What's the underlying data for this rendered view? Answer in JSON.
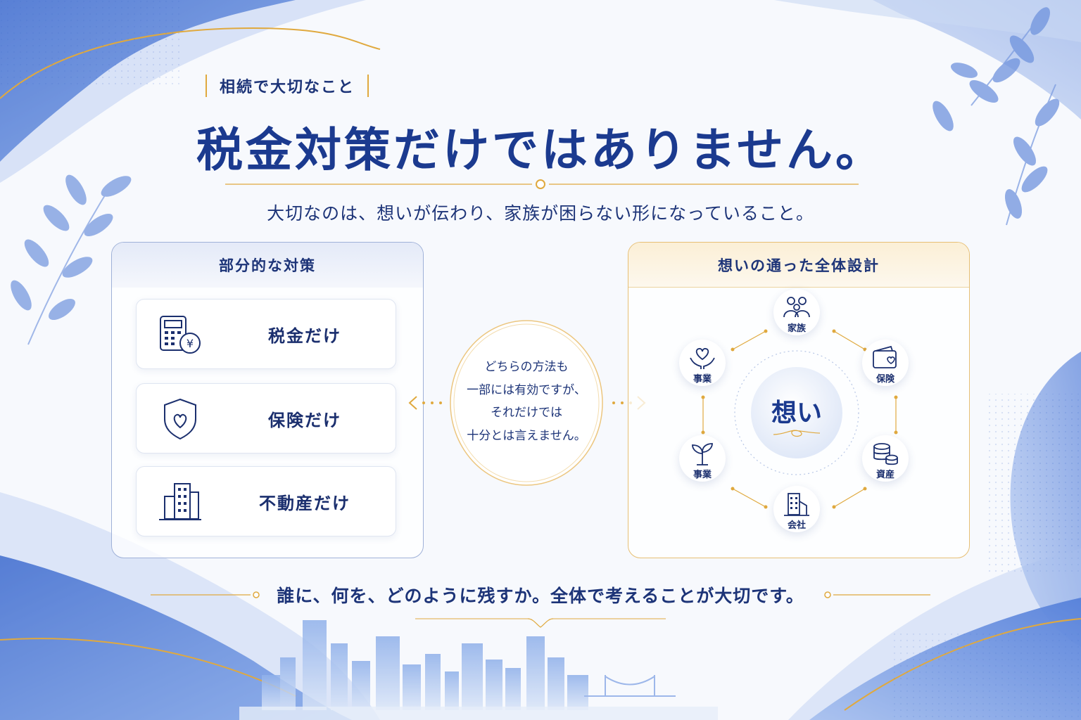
{
  "header": {
    "eyebrow": "相続で大切なこと",
    "title": "税金対策だけではありません。",
    "subtitle": "大切なのは、想いが伝わり、家族が困らない形になっていること。"
  },
  "left_panel": {
    "heading": "部分的な対策",
    "items": [
      {
        "label": "税金だけ",
        "icon": "calculator-yen-icon"
      },
      {
        "label": "保険だけ",
        "icon": "shield-heart-icon"
      },
      {
        "label": "不動産だけ",
        "icon": "building-icon"
      }
    ]
  },
  "middle": {
    "lines": [
      "どちらの方法も",
      "一部には有効ですが、",
      "それだけでは",
      "十分とは言えません。"
    ]
  },
  "right_panel": {
    "heading": "想いの通った全体設計",
    "center": "想い",
    "nodes": [
      {
        "label": "家族",
        "icon": "family-icon"
      },
      {
        "label": "保険",
        "icon": "wallet-heart-icon"
      },
      {
        "label": "資産",
        "icon": "coins-icon"
      },
      {
        "label": "会社",
        "icon": "office-building-icon"
      },
      {
        "label": "事業",
        "icon": "sprout-icon"
      },
      {
        "label": "事業",
        "icon": "hands-heart-icon"
      }
    ]
  },
  "footer": {
    "message": "誰に、何を、どのように残すか。全体で考えることが大切です。"
  },
  "colors": {
    "navy": "#1b3a8f",
    "gold": "#e0a93e",
    "blue": "#3a67c8"
  }
}
